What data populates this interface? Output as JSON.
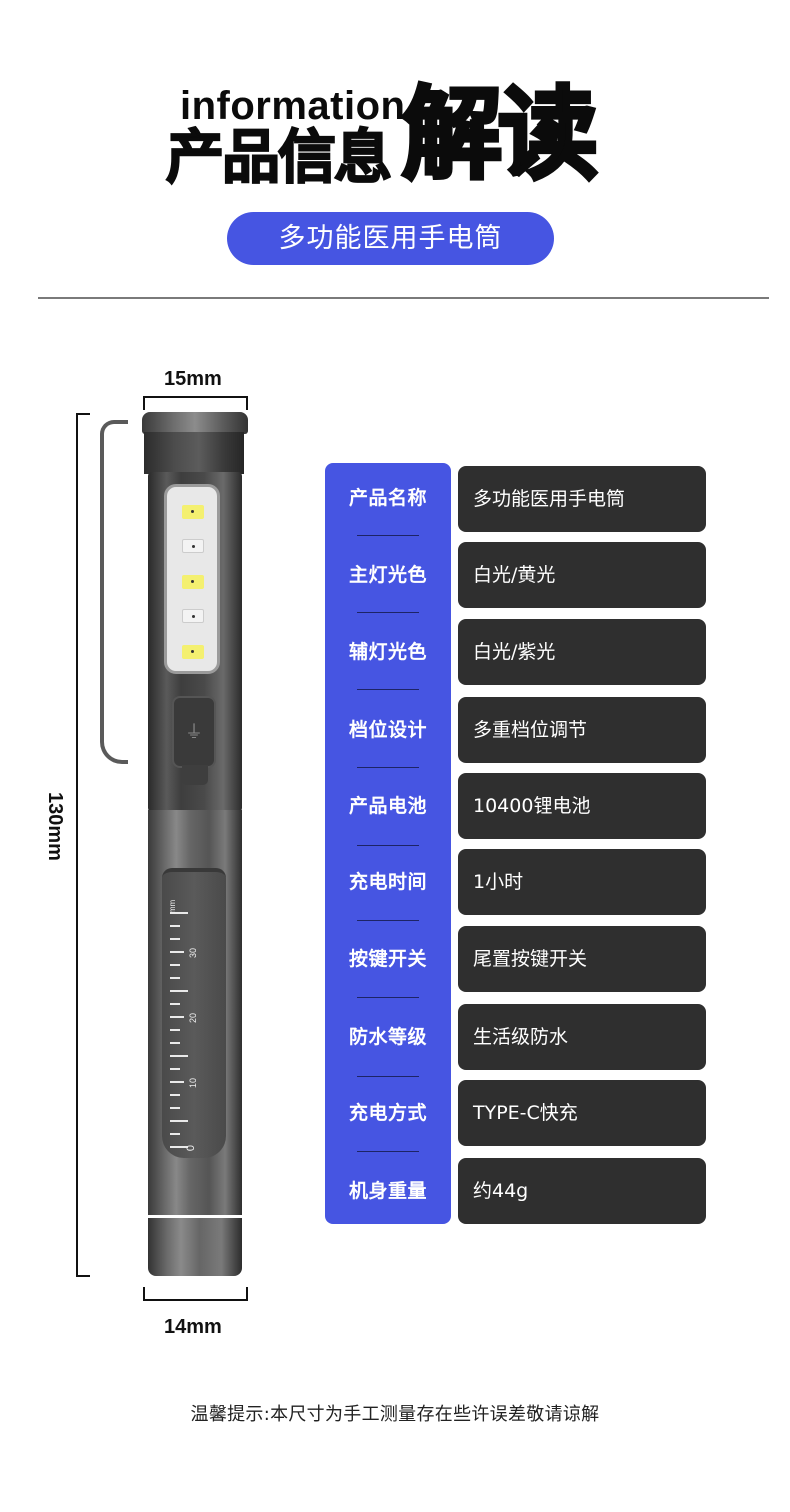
{
  "header": {
    "title_en": "information",
    "title_cn": "产品信息",
    "title_emphasis": "解读",
    "subtitle_pill": "多功能医用手电筒"
  },
  "colors": {
    "accent_blue": "#4655e2",
    "value_box": "#2f2f2f",
    "divider": "#7a7a7a"
  },
  "product_image": {
    "dimension_top": "15mm",
    "dimension_side": "130mm",
    "dimension_bottom": "14mm",
    "usb_icon": "usb-icon",
    "scale_labels": [
      "mm",
      "30",
      "20",
      "10",
      "0"
    ]
  },
  "specs": [
    {
      "label": "产品名称",
      "value": "多功能医用手电筒"
    },
    {
      "label": "主灯光色",
      "value": "白光/黄光"
    },
    {
      "label": "辅灯光色",
      "value": "白光/紫光"
    },
    {
      "label": "档位设计",
      "value": "多重档位调节"
    },
    {
      "label": "产品电池",
      "value": "10400锂电池"
    },
    {
      "label": "充电时间",
      "value": "1小时"
    },
    {
      "label": "按键开关",
      "value": "尾置按键开关"
    },
    {
      "label": "防水等级",
      "value": "生活级防水"
    },
    {
      "label": "充电方式",
      "value": "TYPE-C快充"
    },
    {
      "label": "机身重量",
      "value": "约44g"
    }
  ],
  "footnote": "温馨提示:本尺寸为手工测量存在些许误差敬请谅解"
}
